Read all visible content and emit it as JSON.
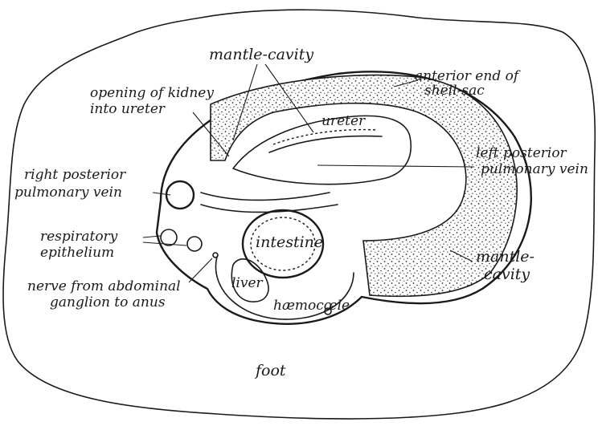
{
  "labels": {
    "mantle_cavity_top": "mantle-cavity",
    "anterior_end_line1": "anterior end of",
    "anterior_end_line2": "shell-sac",
    "opening_kidney_line1": "opening of kidney",
    "opening_kidney_line2": "into ureter",
    "ureter": "ureter",
    "left_posterior_line1": "left posterior",
    "left_posterior_line2": "pulmonary vein",
    "right_posterior_line1": "right posterior",
    "right_posterior_line2": "pulmonary vein",
    "respiratory_line1": "respiratory",
    "respiratory_line2": "epithelium",
    "intestine": "intestine",
    "mantle_cavity_right_line1": "mantle-",
    "mantle_cavity_right_line2": "cavity",
    "nerve_line1": "nerve from abdominal",
    "nerve_line2": "ganglion to anus",
    "liver": "liver",
    "haemocoele": "hæmocœle",
    "foot": "foot"
  }
}
